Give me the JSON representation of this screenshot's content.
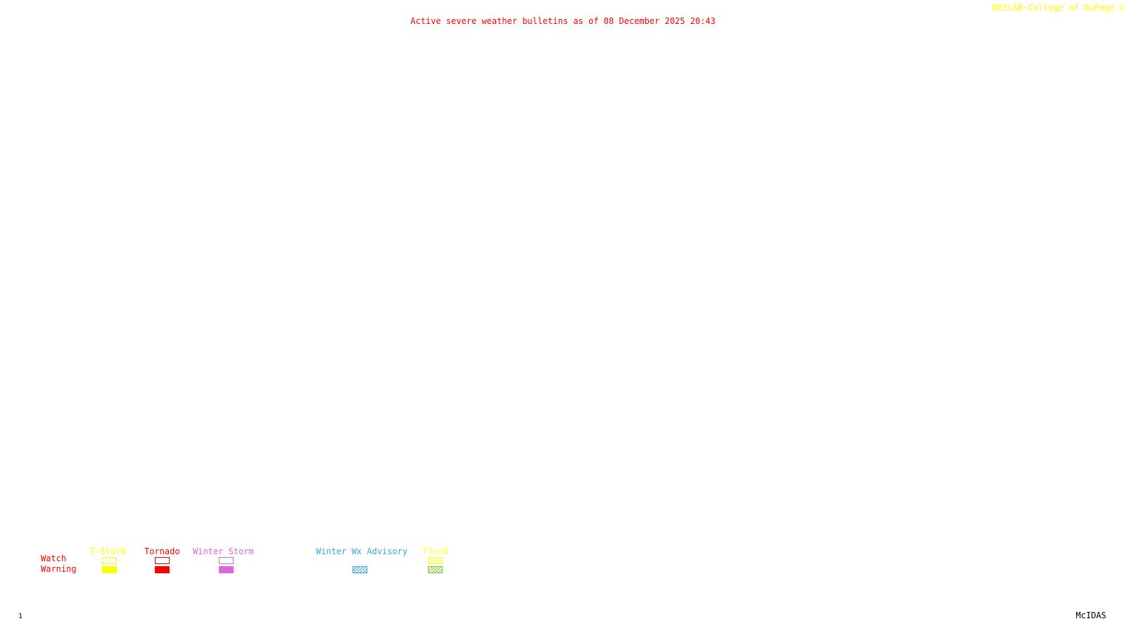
{
  "header": {
    "title": "Active severe weather bulletins as of 08 December 2025 20:43",
    "credit": "NEXLAB-College of DuPage ©"
  },
  "colors": {
    "title": "#ff0000",
    "credit": "#ffff00",
    "tstorm": "#ffff00",
    "tornado": "#ff0000",
    "winter_storm": "#dd66dd",
    "winter_wx_advisory": "#33aadd",
    "flood_label": "#ffff33",
    "flood_warning": "#77cc33",
    "footer_text": "#000000"
  },
  "legend": {
    "row_labels": {
      "watch": "Watch",
      "warning": "Warning"
    },
    "categories": [
      {
        "key": "tstorm",
        "label": "T-Storm",
        "watch": "outline",
        "warning": "filled"
      },
      {
        "key": "tornado",
        "label": "Tornado",
        "watch": "outline",
        "warning": "filled"
      },
      {
        "key": "winter_storm",
        "label": "Winter Storm",
        "watch": "outline",
        "warning": "filled"
      },
      {
        "key": "winter_wx_advisory",
        "label": "Winter Wx Advisory",
        "watch": "none",
        "warning": "hatched"
      },
      {
        "key": "flood",
        "label": "Flood",
        "watch": "hatched",
        "warning": "hatched"
      }
    ]
  },
  "footer": {
    "frame_number": "1",
    "software": "McIDAS"
  }
}
